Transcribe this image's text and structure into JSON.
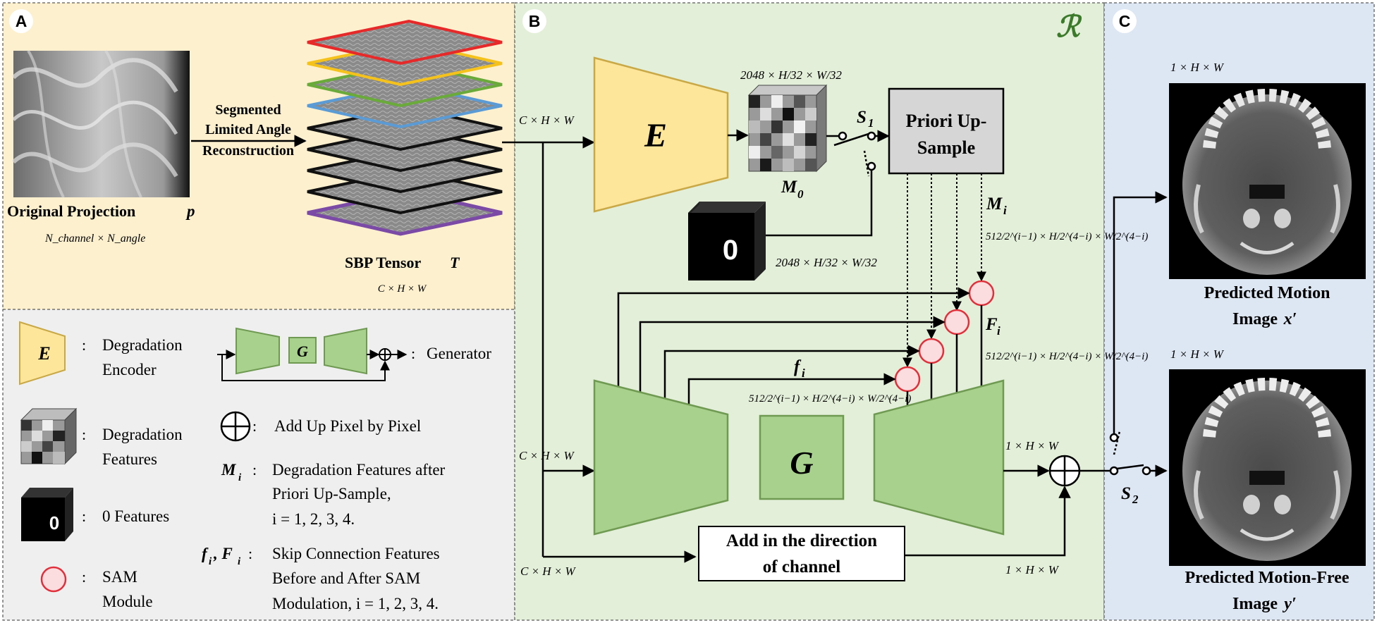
{
  "panels": {
    "a": "A",
    "b": "B",
    "c": "C"
  },
  "panel_a": {
    "original_projection_label": "Original Projection",
    "original_projection_symbol": "p",
    "original_projection_dims": "N_channel × N_angle",
    "reconstruction_line1": "Segmented",
    "reconstruction_line2": "Limited Angle",
    "reconstruction_line3": "Reconstruction",
    "sbp_label": "SBP Tensor",
    "sbp_symbol": "T",
    "sbp_dims": "C × H × W"
  },
  "panel_b": {
    "r_symbol": "ℛ",
    "encoder_symbol": "E",
    "generator_symbol": "G",
    "input_dims_top": "C × H × W",
    "input_dims_mid": "C × H × W",
    "input_dims_bottom": "C × H × W",
    "m0_dims": "2048 × H/32 × W/32",
    "m0_label": "M",
    "m0_sub": "0",
    "switch1_label": "S",
    "switch1_sub": "1",
    "priori_line1": "Priori Up-",
    "priori_line2": "Sample",
    "zero_label": "0",
    "zero_dims": "2048 × H/32 × W/32",
    "mi_label": "M",
    "mi_sub": "i",
    "mi_dims": "512/2^(i−1) × H/2^(4−i) × W/2^(4−i)",
    "fi_upper_label": "F",
    "fi_upper_sub": "i",
    "fi_upper_dims": "512/2^(i−1) × H/2^(4−i) × W/2^(4−i)",
    "fi_lower_label": "f",
    "fi_lower_sub": "i",
    "fi_lower_dims": "512/2^(i−1) × H/2^(4−i) × W/2^(4−i)",
    "add_channel_line1": "Add in the direction",
    "add_channel_line2": "of channel",
    "out_dims_top": "1 × H × W",
    "out_dims_bottom": "1 × H × W",
    "switch2_label": "S",
    "switch2_sub": "2"
  },
  "panel_c": {
    "top_dims": "1 × H × W",
    "top_label_line1": "Predicted Motion",
    "top_label_line2": "Image",
    "top_symbol": "x′",
    "bottom_dims": "1 × H × W",
    "bottom_label_line1": "Predicted Motion-Free",
    "bottom_label_line2": "Image",
    "bottom_symbol": "y′"
  },
  "legend": {
    "e_symbol": "E",
    "e_colon": ":",
    "e_line1": "Degradation",
    "e_line2": "Encoder",
    "g_symbol": "G",
    "g_colon": ":",
    "g_text": "Generator",
    "feat_colon": ":",
    "feat_line1": "Degradation",
    "feat_line2": "Features",
    "add_colon": ":",
    "add_text": "Add Up Pixel by Pixel",
    "zero_symbol": "0",
    "zero_colon": ":",
    "zero_text": "0 Features",
    "mi_symbol": "M",
    "mi_sub": "i",
    "mi_colon": ":",
    "mi_line1": "Degradation Features after",
    "mi_line2": "Priori Up-Sample,",
    "mi_line3": "i = 1, 2, 3, 4.",
    "sam_colon": ":",
    "sam_line1": "SAM",
    "sam_line2": "Module",
    "fF_symbol": "f",
    "fF_sub1": "i",
    "fF_sep": ", F",
    "fF_sub2": "i",
    "fF_colon": ":",
    "fF_line1": "Skip Connection Features",
    "fF_line2": "Before and After SAM",
    "fF_line3": "Modulation, i = 1, 2, 3, 4."
  },
  "colors": {
    "panel_a_bg": "#fdf0cf",
    "legend_bg": "#efefef",
    "panel_b_bg": "#e3efd9",
    "panel_c_bg": "#dde7f3",
    "encoder_fill": "#fde59a",
    "encoder_stroke": "#c9a846",
    "generator_fill": "#a9d18e",
    "generator_stroke": "#6f9a52",
    "sam_fill": "#fbdde0",
    "sam_stroke": "#e0303c",
    "priori_fill": "#d6d6d6",
    "r_color": "#3b7a2a",
    "slice_red": "#e8292a",
    "slice_yellow": "#f4c21b",
    "slice_green": "#6aaa3a",
    "slice_blue": "#5b9bd5",
    "slice_purple": "#7b4aa6"
  },
  "icons": {
    "add": "circle-plus-icon",
    "sam": "sam-circle-icon",
    "zero": "zero-cube-icon",
    "features": "feature-cube-icon"
  }
}
